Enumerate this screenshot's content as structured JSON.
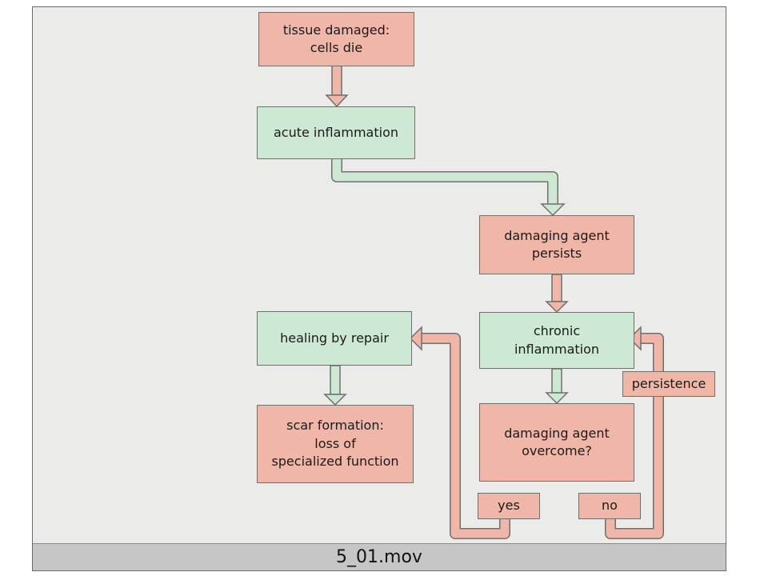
{
  "nodes": {
    "tissue_damaged": "tissue damaged:\ncells die",
    "acute_inflammation": "acute inflammation",
    "agent_persists": "damaging agent\npersists",
    "chronic_inflammation": "chronic\ninflammation",
    "healing_by_repair": "healing by repair",
    "scar_formation": "scar formation:\nloss of\nspecialized function",
    "agent_overcome": "damaging agent\novercome?",
    "persistence": "persistence",
    "yes": "yes",
    "no": "no"
  },
  "video": {
    "filename": "5_01.mov"
  },
  "colors": {
    "pink_box": "#f0b7a8",
    "green_box": "#cde9d3",
    "background": "#ebebea",
    "status_bar": "#c6c6c6"
  }
}
